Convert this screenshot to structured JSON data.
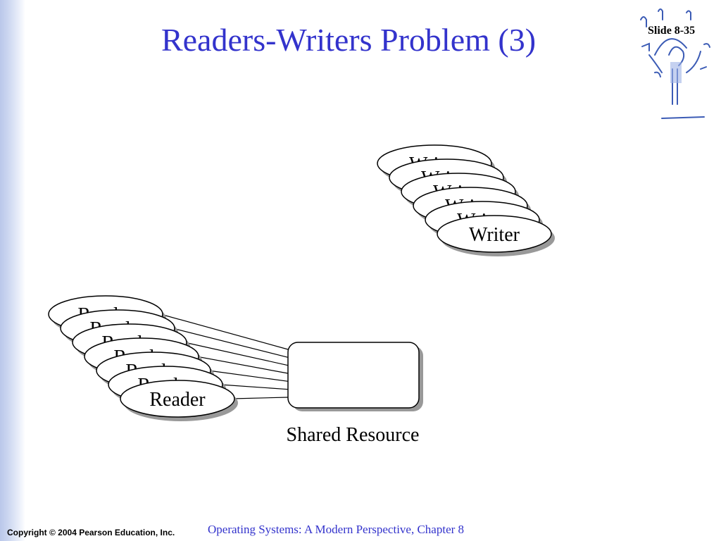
{
  "slide": {
    "title": "Readers-Writers Problem (3)",
    "slide_number": "Slide 8-35"
  },
  "diagram": {
    "writer_label": "Writer",
    "reader_label": "Reader",
    "writer_stack_count": 6,
    "reader_stack_count": 7,
    "resource_label": "Shared Resource"
  },
  "footer": {
    "copyright": "Copyright © 2004 Pearson Education, Inc.",
    "book": "Operating Systems: A Modern Perspective, Chapter 8"
  },
  "colors": {
    "title": "#3333cc",
    "footer_book": "#3333cc",
    "outline": "#000000",
    "shadow": "#999999"
  },
  "icons": {
    "logo": "music-conductor-icon"
  }
}
